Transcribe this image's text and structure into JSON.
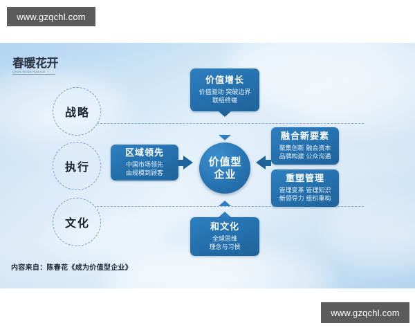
{
  "watermarks": {
    "top": "www.gzqchl.com",
    "bottom": "www.gzqchl.com"
  },
  "logo": {
    "text": "春暖花开",
    "subtext": "CHUN NUAN HUA KAI"
  },
  "stages": [
    {
      "label": "战略"
    },
    {
      "label": "执行"
    },
    {
      "label": "文化"
    }
  ],
  "core": {
    "line1": "价值型",
    "line2": "企业"
  },
  "boxes": {
    "growth": {
      "title": "价值增长",
      "sub_line1": "价值驱动 突破边界",
      "sub_line2": "联结终端"
    },
    "regional": {
      "title": "区域领先",
      "sub_line1": "中国市场领先",
      "sub_line2": "由规模到顾客"
    },
    "fusion": {
      "title": "融合新要素",
      "sub_line1": "聚集创新 融合资本",
      "sub_line2": "品牌构建 公众沟通"
    },
    "manage": {
      "title": "重塑管理",
      "sub_line1": "管理变革 管理知识",
      "sub_line2": "新领导力 组织重构"
    },
    "culture": {
      "title": "和文化",
      "sub_line1": "全球思维",
      "sub_line2": "理念与习惯"
    }
  },
  "source": "内容来自：陈春花《成为价值型企业》",
  "colors": {
    "watermark_bg": "#5b5b5b",
    "box_blue": "#2571ae",
    "box_blue_dark": "#1f639b",
    "core_blue": "#2a78b8",
    "sky_light": "#eaf3fb",
    "sky_mid": "#cfe6f7",
    "sky_deep": "#bedcf3",
    "divider": "#78a5cd"
  }
}
